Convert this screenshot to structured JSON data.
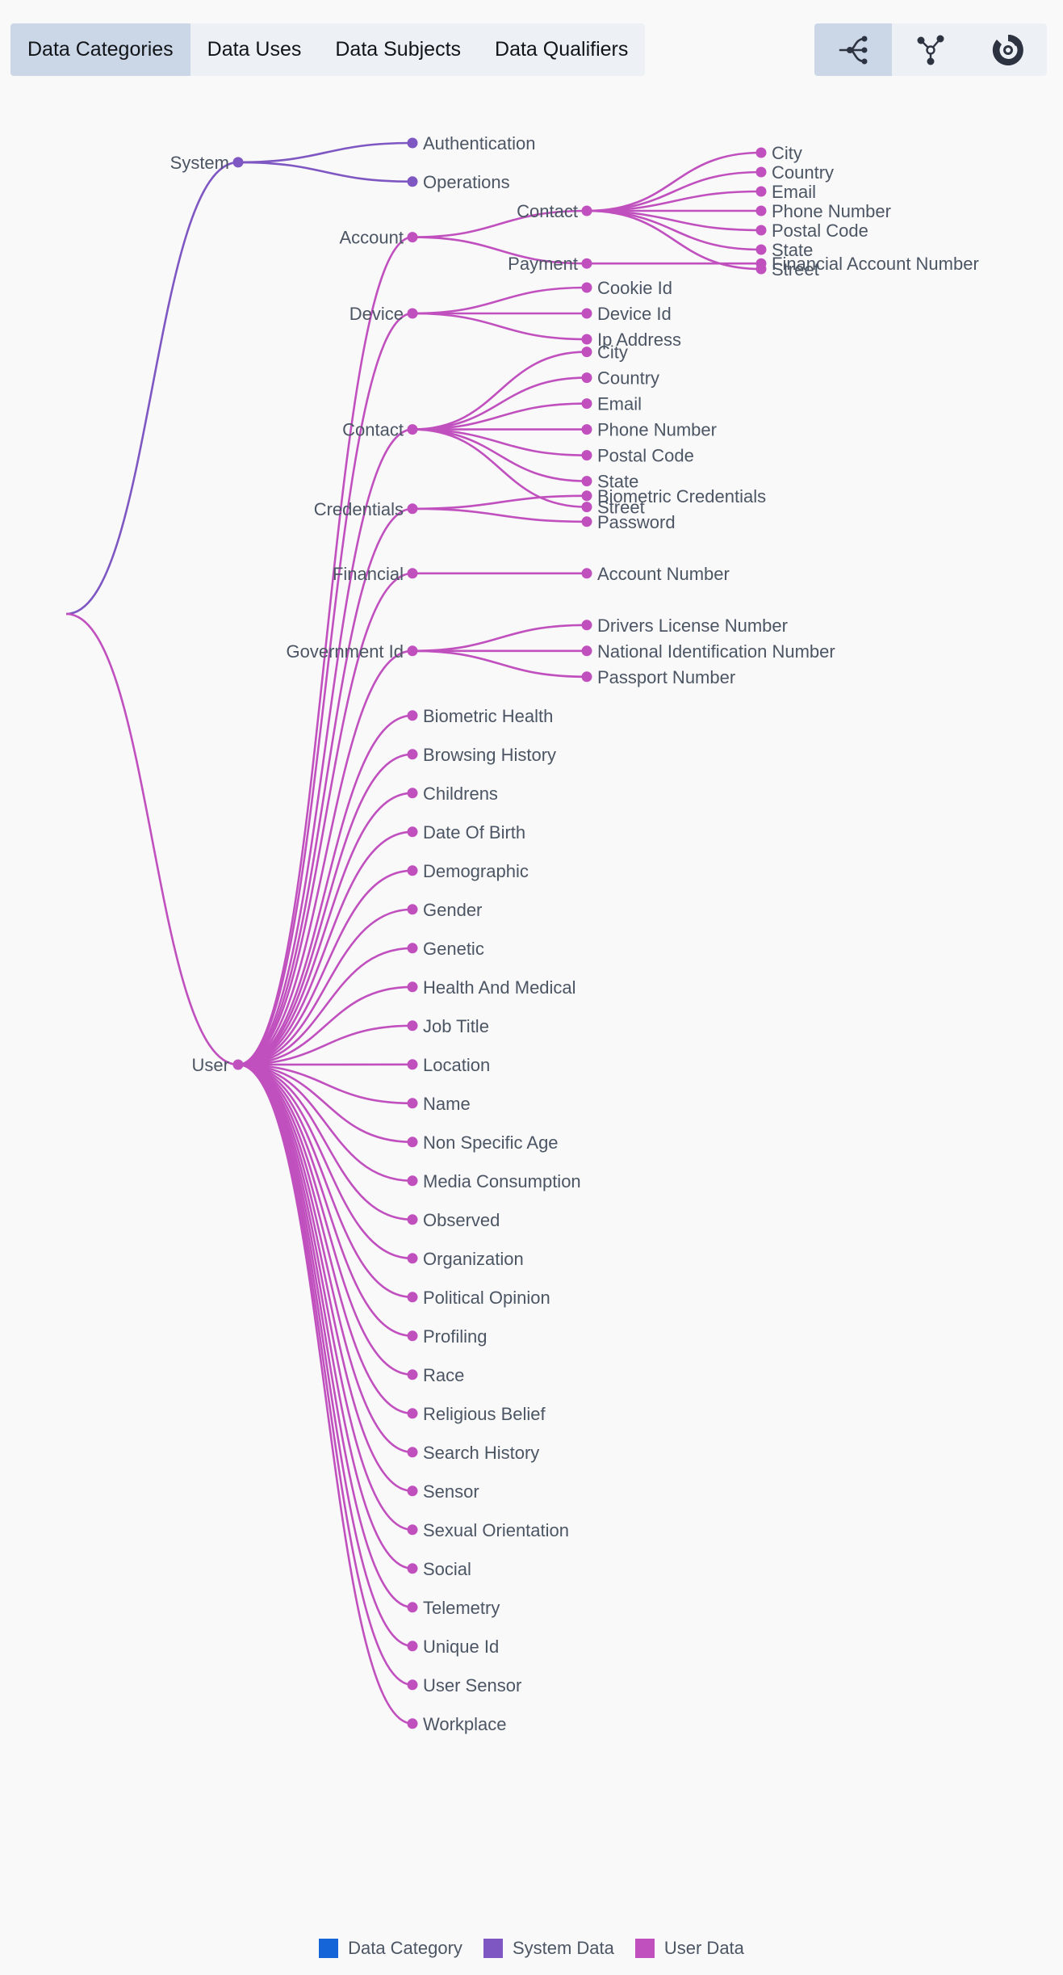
{
  "tabs": [
    {
      "label": "Data Categories",
      "active": true
    },
    {
      "label": "Data Uses",
      "active": false
    },
    {
      "label": "Data Subjects",
      "active": false
    },
    {
      "label": "Data Qualifiers",
      "active": false
    }
  ],
  "view_modes": [
    {
      "icon": "tree-layout-icon",
      "active": true
    },
    {
      "icon": "network-graph-icon",
      "active": false
    },
    {
      "icon": "sunburst-icon",
      "active": false
    }
  ],
  "colors": {
    "system": "#7e57c2",
    "user": "#c150bf",
    "data_category": "#1565d8",
    "label": "#4c5563"
  },
  "tree": {
    "name": "",
    "children": [
      {
        "name": "System",
        "group": "system",
        "children": [
          {
            "name": "Authentication"
          },
          {
            "name": "Operations"
          }
        ]
      },
      {
        "name": "User",
        "group": "user",
        "children": [
          {
            "name": "Account",
            "children": [
              {
                "name": "Contact",
                "children": [
                  {
                    "name": "City"
                  },
                  {
                    "name": "Country"
                  },
                  {
                    "name": "Email"
                  },
                  {
                    "name": "Phone Number"
                  },
                  {
                    "name": "Postal Code"
                  },
                  {
                    "name": "State"
                  },
                  {
                    "name": "Street"
                  }
                ]
              },
              {
                "name": "Payment",
                "children": [
                  {
                    "name": "Financial Account Number"
                  }
                ]
              }
            ]
          },
          {
            "name": "Device",
            "children": [
              {
                "name": "Cookie Id"
              },
              {
                "name": "Device Id"
              },
              {
                "name": "Ip Address"
              }
            ]
          },
          {
            "name": "Contact",
            "children": [
              {
                "name": "City"
              },
              {
                "name": "Country"
              },
              {
                "name": "Email"
              },
              {
                "name": "Phone Number"
              },
              {
                "name": "Postal Code"
              },
              {
                "name": "State"
              },
              {
                "name": "Street"
              }
            ]
          },
          {
            "name": "Credentials",
            "children": [
              {
                "name": "Biometric Credentials"
              },
              {
                "name": "Password"
              }
            ]
          },
          {
            "name": "Financial",
            "children": [
              {
                "name": "Account Number"
              }
            ]
          },
          {
            "name": "Government Id",
            "children": [
              {
                "name": "Drivers License Number"
              },
              {
                "name": "National Identification Number"
              },
              {
                "name": "Passport Number"
              }
            ]
          },
          {
            "name": "Biometric Health"
          },
          {
            "name": "Browsing History"
          },
          {
            "name": "Childrens"
          },
          {
            "name": "Date Of Birth"
          },
          {
            "name": "Demographic"
          },
          {
            "name": "Gender"
          },
          {
            "name": "Genetic"
          },
          {
            "name": "Health And Medical"
          },
          {
            "name": "Job Title"
          },
          {
            "name": "Location"
          },
          {
            "name": "Name"
          },
          {
            "name": "Non Specific Age"
          },
          {
            "name": "Media Consumption"
          },
          {
            "name": "Observed"
          },
          {
            "name": "Organization"
          },
          {
            "name": "Political Opinion"
          },
          {
            "name": "Profiling"
          },
          {
            "name": "Race"
          },
          {
            "name": "Religious Belief"
          },
          {
            "name": "Search History"
          },
          {
            "name": "Sensor"
          },
          {
            "name": "Sexual Orientation"
          },
          {
            "name": "Social"
          },
          {
            "name": "Telemetry"
          },
          {
            "name": "Unique Id"
          },
          {
            "name": "User Sensor"
          },
          {
            "name": "Workplace"
          }
        ]
      }
    ]
  },
  "legend": [
    {
      "label": "Data Category",
      "color": "#1565d8"
    },
    {
      "label": "System Data",
      "color": "#7e57c2"
    },
    {
      "label": "User Data",
      "color": "#c150bf"
    }
  ]
}
